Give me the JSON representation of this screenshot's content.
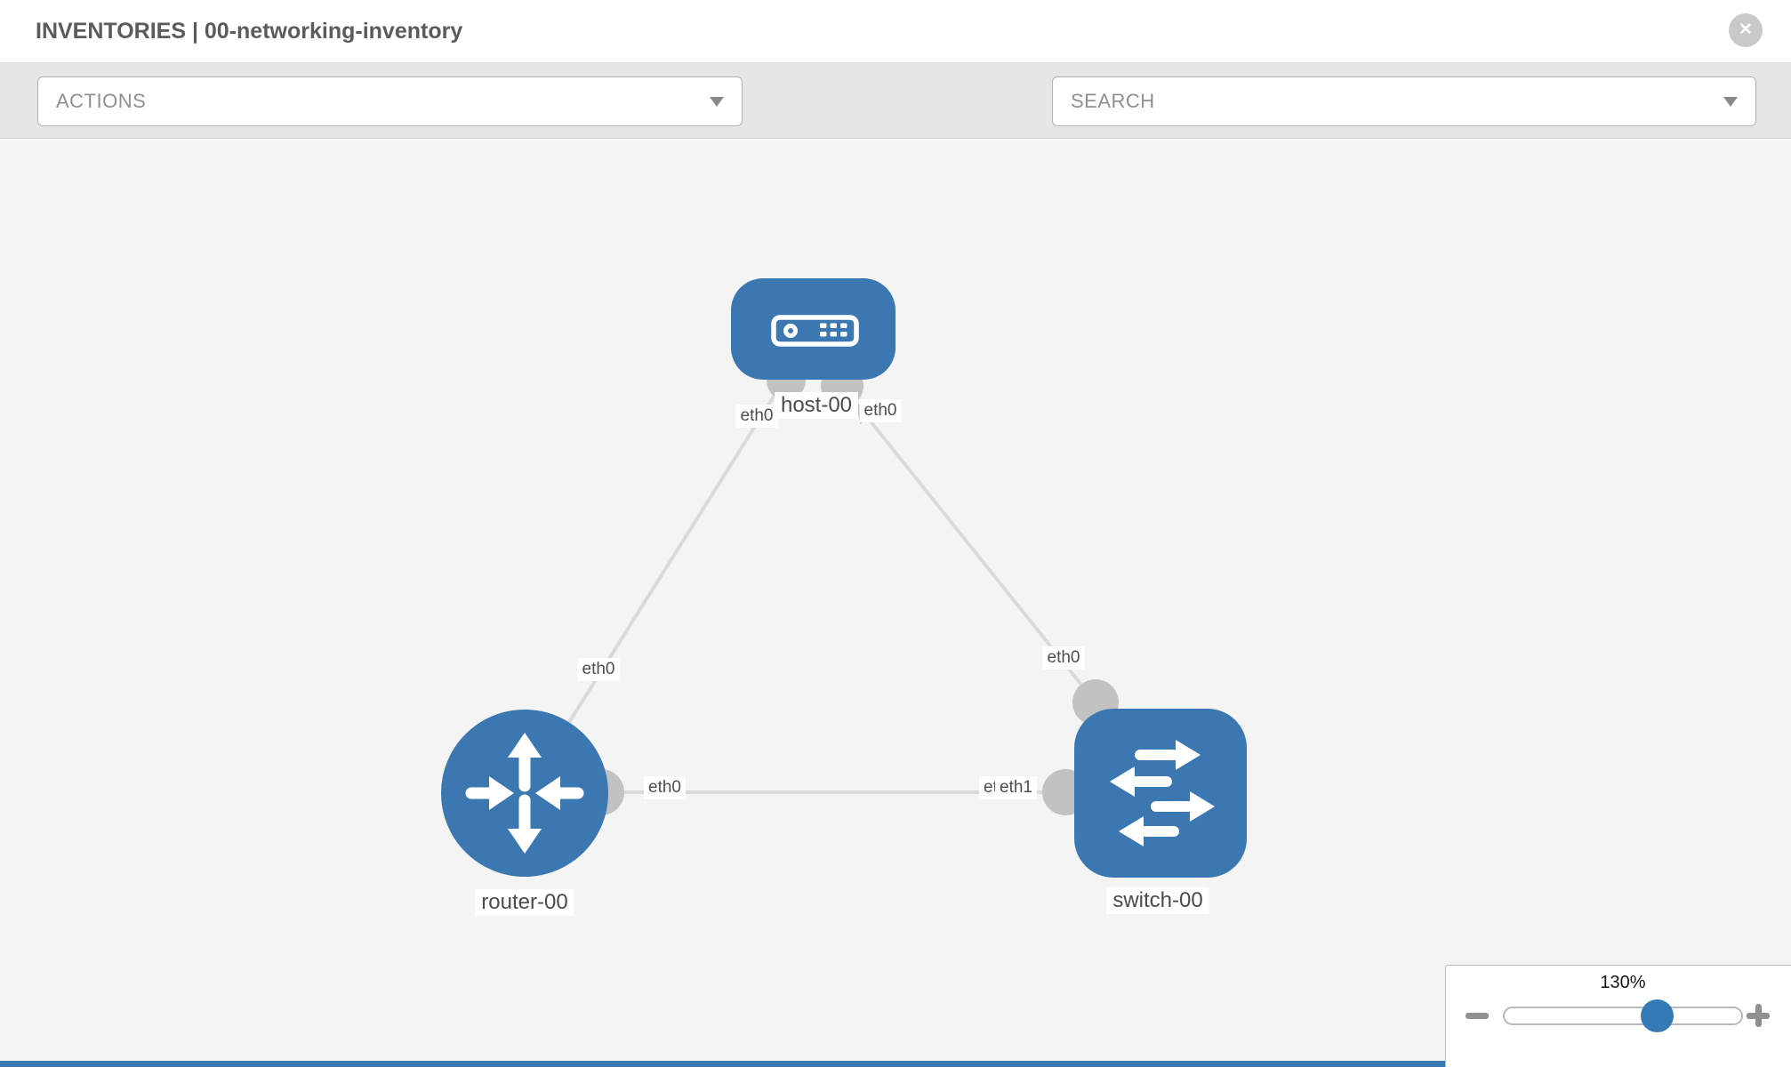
{
  "header": {
    "title": "INVENTORIES | 00-networking-inventory",
    "close_glyph": "✕"
  },
  "toolbar": {
    "actions_label": "ACTIONS",
    "search_label": "SEARCH",
    "icons": [
      "wrench-icon",
      "key-icon"
    ]
  },
  "topology": {
    "nodes": [
      {
        "label": "host-00",
        "type": "host",
        "shape": "rounded-rectangle",
        "icon": "server-icon"
      },
      {
        "label": "router-00",
        "type": "router",
        "shape": "circle",
        "icon": "router-arrows-icon"
      },
      {
        "label": "switch-00",
        "type": "switch",
        "shape": "rounded-square",
        "icon": "switch-arrows-icon"
      }
    ],
    "links": [
      {
        "from": "host-00",
        "from_interface": "eth0",
        "to": "router-00",
        "to_interface": "eth0"
      },
      {
        "from": "host-00",
        "from_interface": "eth0",
        "to": "switch-00",
        "to_interface": "eth0"
      },
      {
        "from": "router-00",
        "from_interface": "eth0",
        "to": "switch-00",
        "to_interface": "eth1",
        "covered_label": "eth0"
      }
    ]
  },
  "zoom_control": {
    "level": "130%"
  },
  "colors": {
    "node_blue": "#3b78b2",
    "slider_thumb_blue": "#337ab7",
    "bottom_bar_blue": "#3b78b2",
    "canvas_bg": "#f4f4f4",
    "toolbar_bg": "#e6e6e6",
    "link_gray": "#dadada",
    "port_gray": "#c2c2c2",
    "label_text": "#4d4d4d",
    "muted_text": "#8f8f8f",
    "title_text": "#5b5b5b"
  }
}
